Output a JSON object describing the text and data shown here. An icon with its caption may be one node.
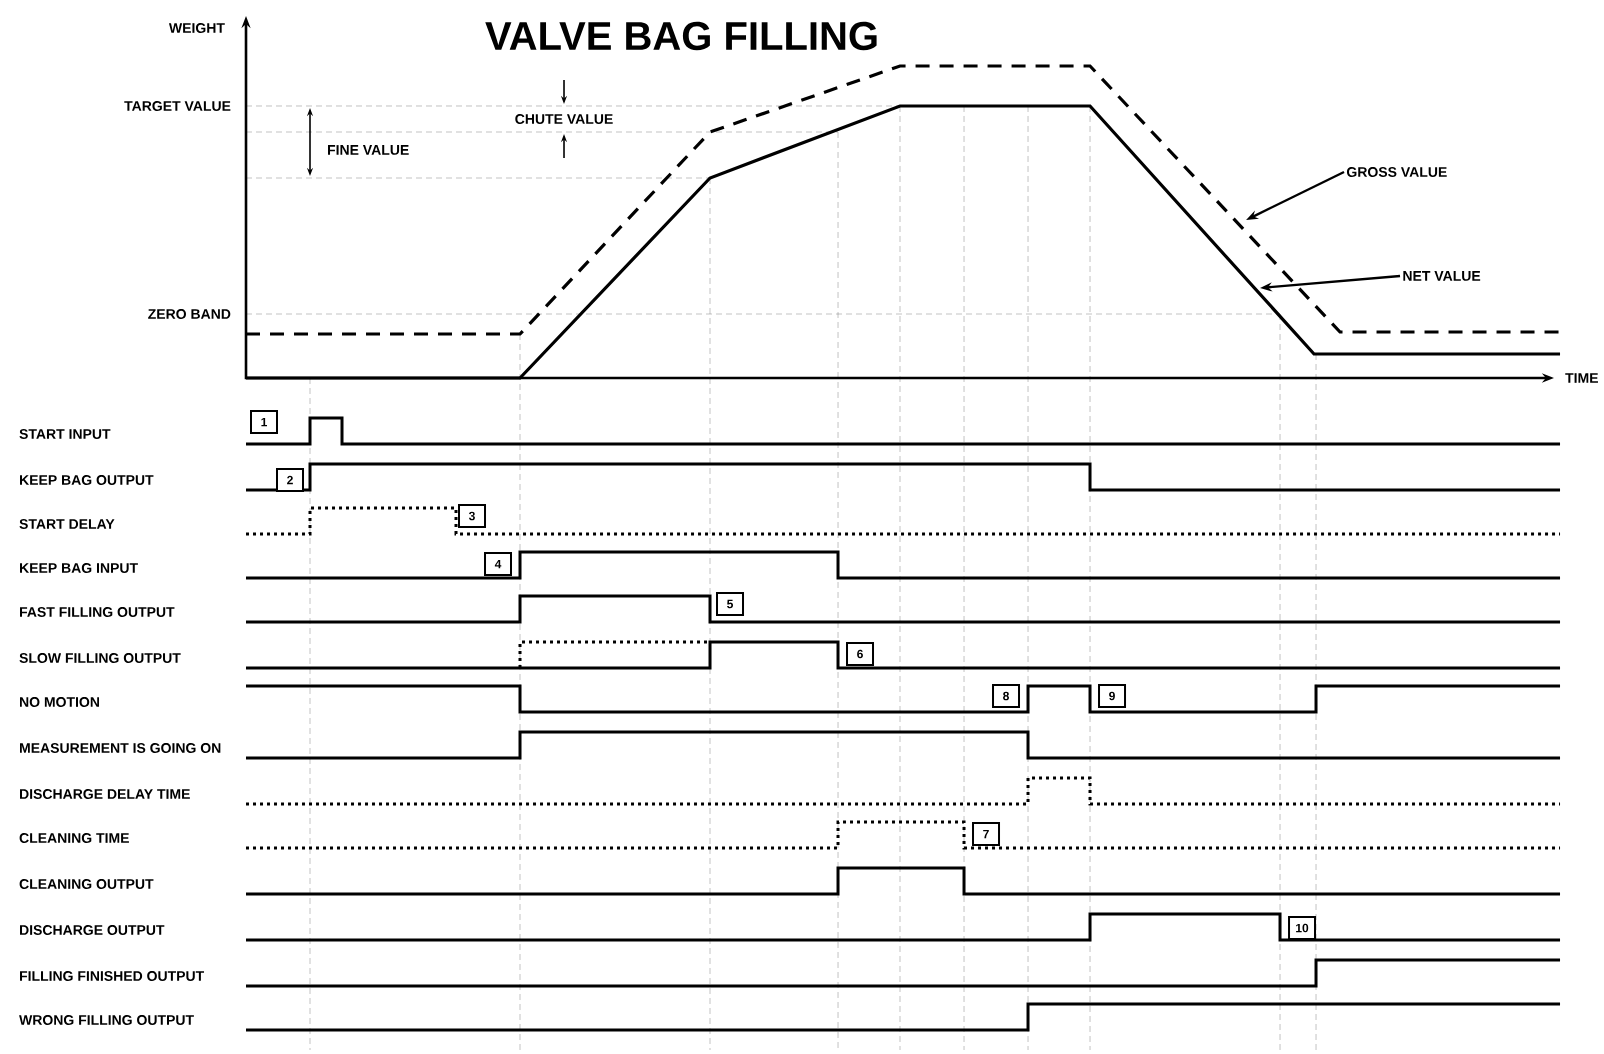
{
  "diagram": {
    "title": "VALVE BAG FILLING",
    "nodes": [
      {
        "text": [
          "1"
        ]
      },
      {
        "text": [
          "2"
        ]
      },
      {
        "text": [
          "3"
        ]
      },
      {
        "text": [
          "4"
        ]
      },
      {
        "text": [
          "5"
        ]
      },
      {
        "text": [
          "6"
        ]
      },
      {
        "text": [
          "7"
        ]
      },
      {
        "text": [
          "8"
        ]
      },
      {
        "text": [
          "9"
        ]
      },
      {
        "text": [
          "10"
        ]
      },
      {
        "text": [
          "GROSS VALUE"
        ]
      },
      {
        "text": [
          "NET VALUE"
        ]
      }
    ],
    "edges": [
      {
        "from": 10,
        "to": null,
        "arrow": "to"
      },
      {
        "from": 11,
        "to": null,
        "arrow": "to"
      }
    ],
    "labels": [
      "WEIGHT",
      "TARGET VALUE",
      "CHUTE VALUE",
      "FINE VALUE",
      "ZERO BAND",
      "TIME",
      "START INPUT",
      "KEEP BAG OUTPUT",
      "START DELAY",
      "KEEP BAG INPUT",
      "FAST FILLING OUTPUT",
      "SLOW FILLING OUTPUT",
      "NO MOTION",
      "MEASUREMENT IS GOING ON",
      "DISCHARGE DELAY TIME",
      "CLEANING TIME",
      "CLEANING OUTPUT",
      "DISCHARGE OUTPUT",
      "FILLING FINISHED OUTPUT",
      "WRONG FILLING OUTPUT"
    ]
  }
}
